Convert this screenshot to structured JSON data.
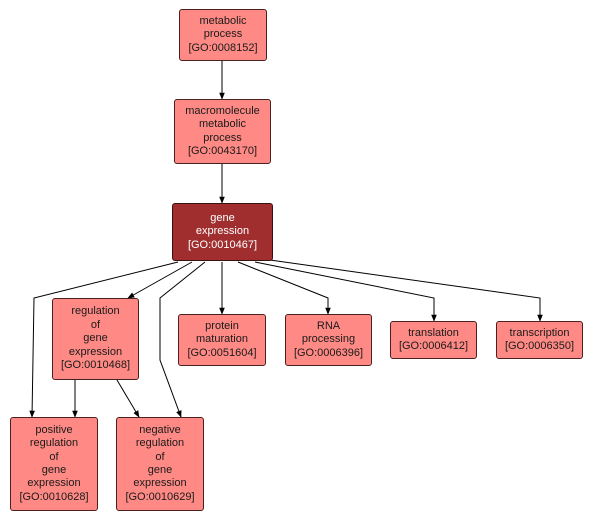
{
  "colors": {
    "node_fill": "#ff8a85",
    "focus_fill": "#a02e2e",
    "focus_text": "#ffffff",
    "edge": "#000000"
  },
  "nodes": {
    "metabolic_process": {
      "lines": [
        "metabolic",
        "process",
        "[GO:0008152]"
      ]
    },
    "macromolecule_metabolic_process": {
      "lines": [
        "macromolecule",
        "metabolic",
        "process",
        "[GO:0043170]"
      ]
    },
    "gene_expression": {
      "lines": [
        "gene",
        "expression",
        "[GO:0010467]"
      ]
    },
    "regulation_of_gene_expression": {
      "lines": [
        "regulation",
        "of",
        "gene",
        "expression",
        "[GO:0010468]"
      ]
    },
    "protein_maturation": {
      "lines": [
        "protein",
        "maturation",
        "[GO:0051604]"
      ]
    },
    "rna_processing": {
      "lines": [
        "RNA",
        "processing",
        "[GO:0006396]"
      ]
    },
    "translation": {
      "lines": [
        "translation",
        "[GO:0006412]"
      ]
    },
    "transcription": {
      "lines": [
        "transcription",
        "[GO:0006350]"
      ]
    },
    "positive_regulation": {
      "lines": [
        "positive",
        "regulation",
        "of",
        "gene",
        "expression",
        "[GO:0010628]"
      ]
    },
    "negative_regulation": {
      "lines": [
        "negative",
        "regulation",
        "of",
        "gene",
        "expression",
        "[GO:0010629]"
      ]
    }
  }
}
